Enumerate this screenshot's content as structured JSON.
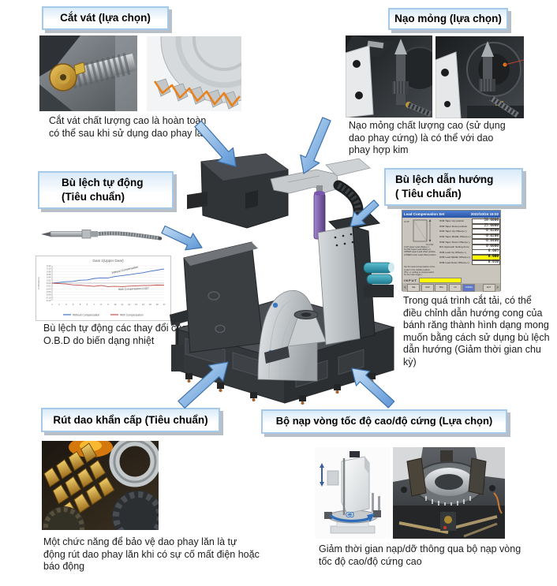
{
  "callouts": [
    {
      "id": "chamfer",
      "title": "Cắt vát (lựa chọn)",
      "caption": "Cắt vát chất lượng cao là hoàn toàn có thể sau khi sử dụng dao phay lăn"
    },
    {
      "id": "skiving",
      "title": "Nạo mỏng (lựa chọn)",
      "caption": "Nạo mỏng chất lượng cao (sử dụng dao phay cứng) là có thể với dao phay hợp kim"
    },
    {
      "id": "auto-compensation",
      "title_lines": [
        "Bù lệch tự động",
        "(Tiêu chuẩn)"
      ],
      "caption": "Bù lệch tự động các thay đổi của O.B.D do biến dạng nhiệt"
    },
    {
      "id": "lead-compensation",
      "title_lines": [
        "Bù lệch dẫn hướng",
        "( Tiêu chuẩn)"
      ],
      "caption": "Trong quá trình cắt tải, có thể điều chỉnh dẫn hướng cong của bánh răng thành hình dạng mong muốn bằng cách sử dụng bù lệch dẫn hướng (Giảm thời gian chu kỳ)"
    },
    {
      "id": "emergency-retract",
      "title": "Rút dao khẩn cấp (Tiêu chuẩn)",
      "caption": "Một chức năng để bảo vệ dao phay lăn là tự động rút dao phay lăn khi có sự cố mất điện hoặc báo động"
    },
    {
      "id": "ring-loader",
      "title": "Bộ nạp vòng tốc độ cao/độ cứng (Lựa chọn)",
      "caption": "Giảm thời gian nạp/dỡ thông qua bộ nạp vòng tốc độ cao/độ cứng cao"
    }
  ],
  "loader_image_label": "C3",
  "chart_data": {
    "type": "line",
    "title": "Gear 1(Upper Gear)",
    "ylabel": "O.B.D(mm)",
    "x": [
      1,
      2,
      3,
      4,
      5,
      6,
      7,
      8,
      9,
      10,
      11,
      12,
      13,
      14,
      15,
      16,
      17
    ],
    "ylim": [
      -0.12,
      0.12
    ],
    "grid": true,
    "legend_position": "bottom",
    "series": [
      {
        "name": "Without Compensation",
        "color": "#4472c4",
        "annotation": "Without Compensation",
        "values": [
          0,
          0.005,
          0.01,
          0.012,
          0.02,
          0.022,
          0.032,
          0.036,
          0.036,
          0.046,
          0.052,
          0.058,
          0.066,
          0.072,
          0.082,
          0.09,
          0.098
        ]
      },
      {
        "name": "With Compensation",
        "color": "#c0504d",
        "annotation": "With Compensation 0.007",
        "values": [
          0,
          -0.003,
          -0.006,
          -0.012,
          -0.014,
          -0.018,
          -0.022,
          -0.016,
          -0.024,
          -0.022,
          -0.024,
          -0.021,
          -0.019,
          -0.016,
          -0.016,
          -0.013,
          -0.014
        ]
      }
    ]
  },
  "control_panel": {
    "header_title": "Lead Compensation Set",
    "header_right": "2022/10/24 15:02",
    "rows": [
      {
        "label": "W/M Taper Up position",
        "value": "10.0000",
        "highlight": false
      },
      {
        "label": "W/M Taper Down position",
        "value": "25.0000",
        "highlight": false
      },
      {
        "label": "W/M Taper Up Offset(+/-)",
        "value": "-0.0200",
        "highlight": false
      },
      {
        "label": "W/M Taper Middle Offset(+/-)",
        "value": "-0.0200",
        "highlight": false
      },
      {
        "label": "W/M Taper Down Offset(+/-)",
        "value": "-0.0400",
        "highlight": false
      },
      {
        "label": "R/X Approach Setting Amnt",
        "value": "0.0000",
        "highlight": false
      },
      {
        "label": "W/M Lead Up Offset(+/-)",
        "value": "0.005",
        "highlight": false
      },
      {
        "label": "W/M Lead Middle Offset(+/-)",
        "value": "0.000",
        "highlight": true
      },
      {
        "label": "W/M Lead Down Offset(+/-)",
        "value": "0.010",
        "highlight": false
      }
    ],
    "diagram_legend": [
      "3.UP  Upper Lead offset(+/-)",
      "5.LOW Lower Lead offset(+/-)",
      "UPPER Upper Lead offset position",
      "LOWER Lower Lead offset position"
    ],
    "note_lines": [
      "Set the lead compensation of the",
      "a part in the middle position.",
      "(The +/- setting is compensated",
      "for the helix angle.)"
    ],
    "input_label": "INPUT",
    "softkeys": [
      "SEL",
      "NUM",
      "PRG",
      "FS",
      "CONFIG"
    ],
    "exit_label": "EXIT"
  },
  "colors": {
    "box_border": "#a5c9e8",
    "arrow_fill_light": "#b9d7f2",
    "arrow_fill_dark": "#5b95d6",
    "arrow_stroke": "#3e73ae",
    "highlight_yellow": "#ffff00",
    "chamfer_orange": "#e8821e",
    "machine_purple": "#7b5aa8",
    "machine_teal": "#2f93a8"
  }
}
